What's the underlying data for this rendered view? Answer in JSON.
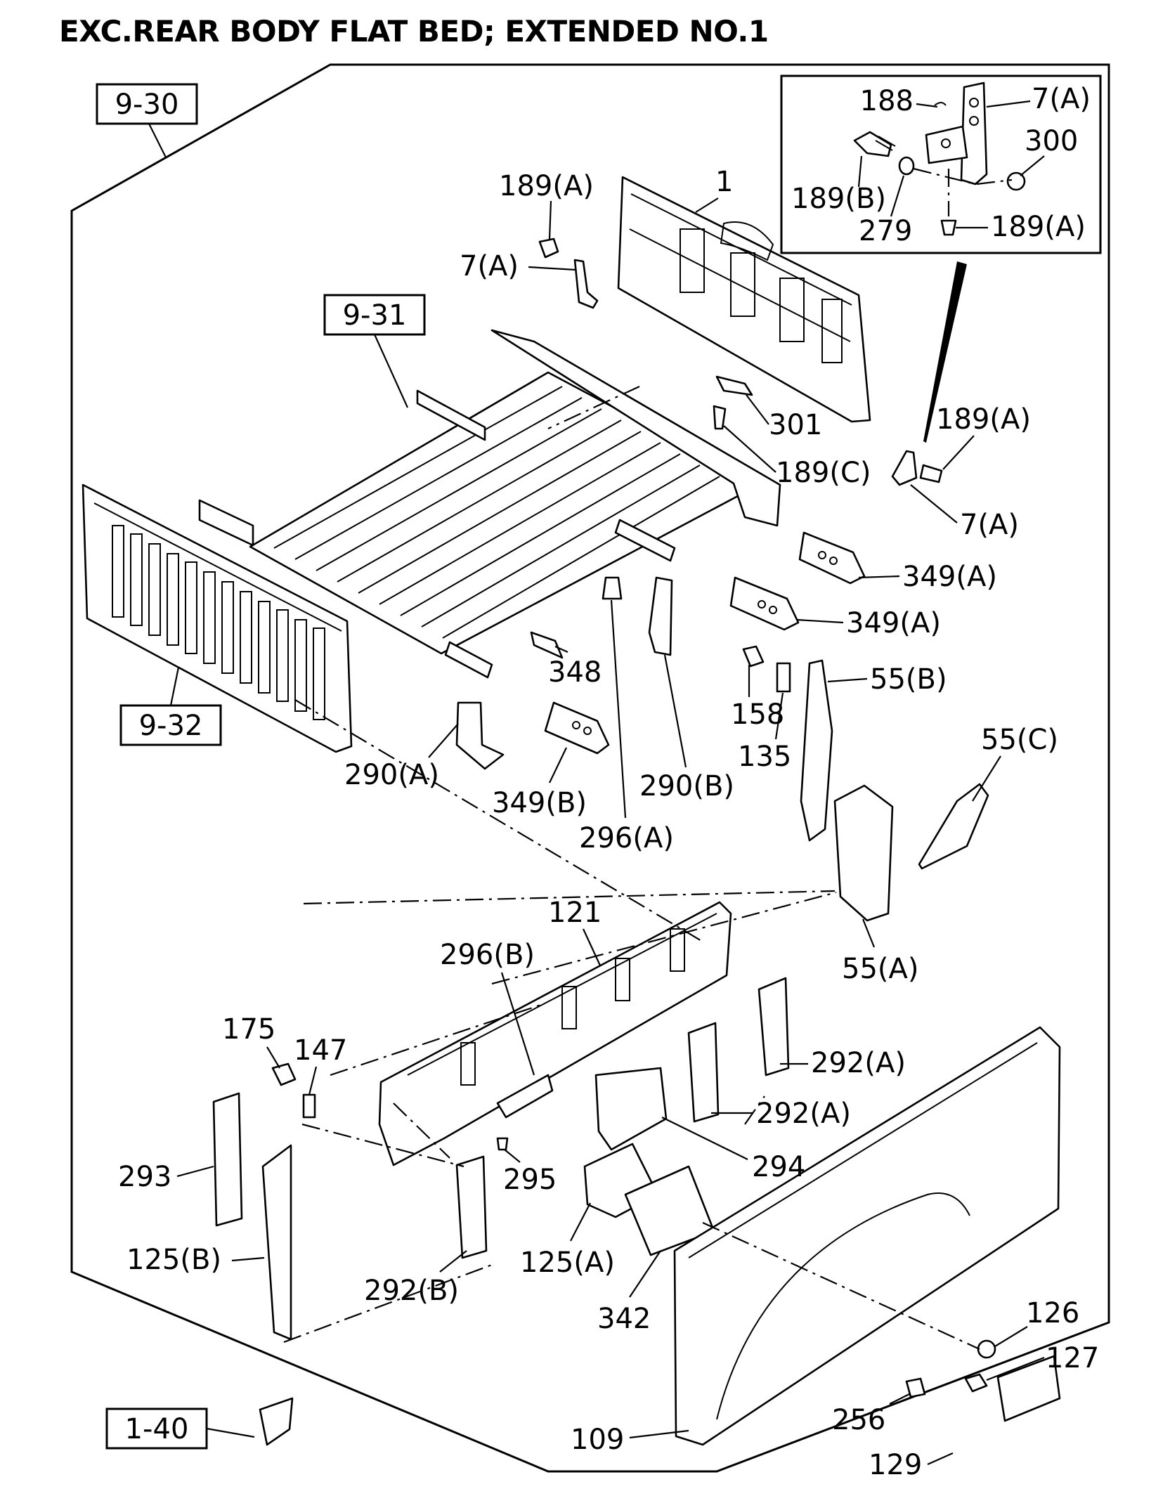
{
  "title": "EXC.REAR BODY FLAT BED; EXTENDED NO.1",
  "references": {
    "ref_9_30": "9-30",
    "ref_9_31": "9-31",
    "ref_9_32": "9-32",
    "ref_1_40": "1-40"
  },
  "inset_labels": {
    "p188": "188",
    "p7a_inset": "7(A)",
    "p300": "300",
    "p189b": "189(B)",
    "p279": "279",
    "p189a_inset": "189(A)"
  },
  "part_labels": {
    "p189a_top": "189(A)",
    "p1": "1",
    "p7a_left": "7(A)",
    "p301": "301",
    "p189a_right": "189(A)",
    "p189c": "189(C)",
    "p7a_right": "7(A)",
    "p349a_1": "349(A)",
    "p349a_2": "349(A)",
    "p348": "348",
    "p158": "158",
    "p55b": "55(B)",
    "p135": "135",
    "p55c": "55(C)",
    "p290a": "290(A)",
    "p349b": "349(B)",
    "p290b": "290(B)",
    "p296a": "296(A)",
    "p121": "121",
    "p296b": "296(B)",
    "p55a": "55(A)",
    "p175": "175",
    "p147": "147",
    "p292a_1": "292(A)",
    "p292a_2": "292(A)",
    "p293": "293",
    "p294": "294",
    "p295": "295",
    "p125b": "125(B)",
    "p125a": "125(A)",
    "p292b": "292(B)",
    "p342": "342",
    "p126": "126",
    "p127": "127",
    "p256": "256",
    "p109": "109",
    "p129": "129"
  }
}
